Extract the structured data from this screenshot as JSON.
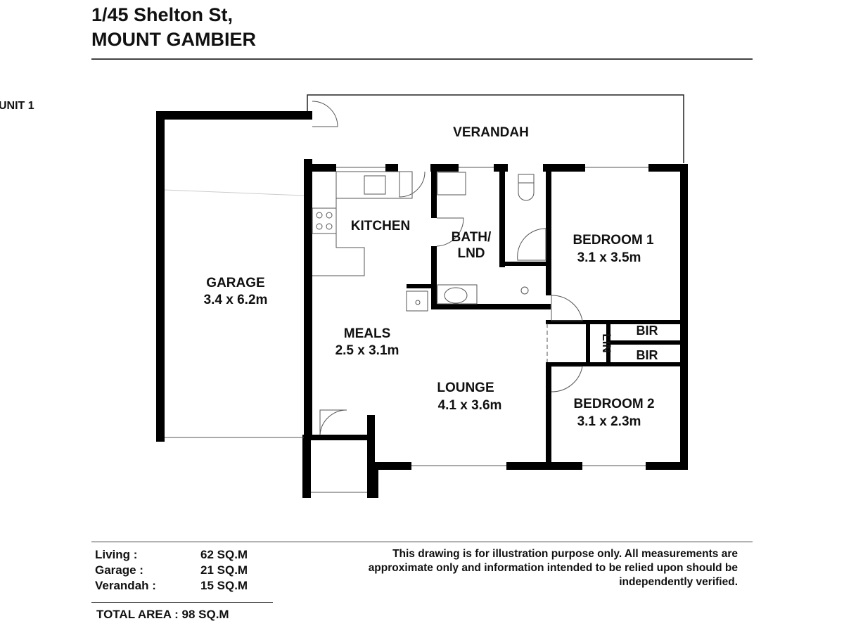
{
  "header": {
    "address_line1": "1/45 Shelton St,",
    "address_line2": "MOUNT GAMBIER",
    "unit": "UNIT 1"
  },
  "rooms": {
    "verandah": {
      "name": "VERANDAH"
    },
    "garage": {
      "name": "GARAGE",
      "size": "3.4 x 6.2m"
    },
    "kitchen": {
      "name": "KITCHEN"
    },
    "bath": {
      "name_line1": "BATH/",
      "name_line2": "LND"
    },
    "bedroom1": {
      "name": "BEDROOM 1",
      "size": "3.1 x 3.5m"
    },
    "meals": {
      "name": "MEALS",
      "size": "2.5 x 3.1m"
    },
    "lounge": {
      "name": "LOUNGE",
      "size": "4.1 x 3.6m"
    },
    "bedroom2": {
      "name": "BEDROOM 2",
      "size": "3.1 x 2.3m"
    },
    "lin": {
      "name": "LIN"
    },
    "bir1": {
      "name": "BIR"
    },
    "bir2": {
      "name": "BIR"
    }
  },
  "areas": [
    {
      "label": "Living :",
      "value": "62 SQ.M"
    },
    {
      "label": "Garage :",
      "value": "21 SQ.M"
    },
    {
      "label": "Verandah :",
      "value": "15 SQ.M"
    }
  ],
  "total": "TOTAL AREA : 98 SQ.M",
  "disclaimer": "This drawing is for illustration purpose only. All measurements are approximate only and information intended to be relied upon should be independently verified."
}
